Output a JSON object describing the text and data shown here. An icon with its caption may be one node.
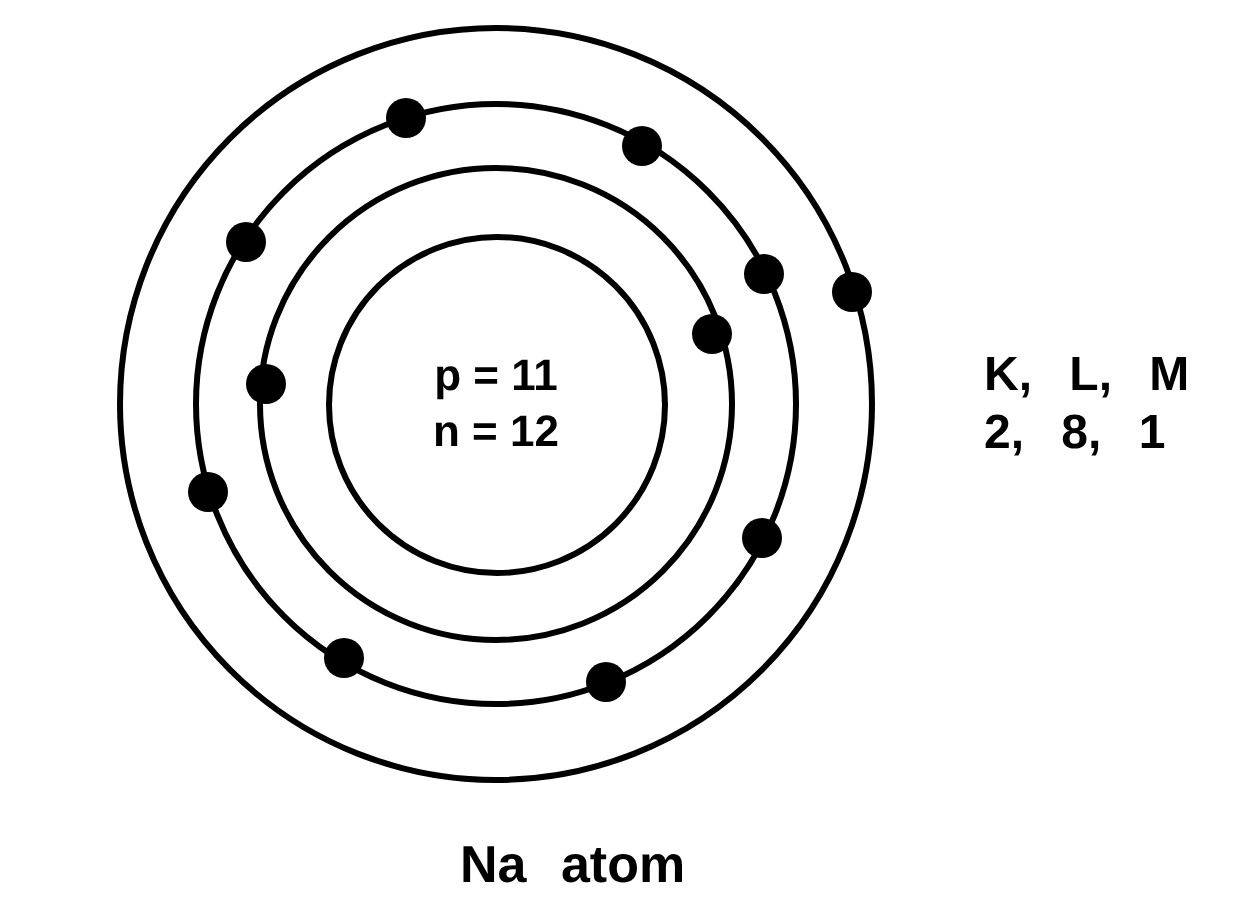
{
  "diagram": {
    "caption": "Na atom",
    "nodes": [
      {
        "text": [
          "p = 11",
          "n = 12"
        ]
      }
    ],
    "labels": [
      "K, L, M",
      "2, 8, 1"
    ]
  }
}
